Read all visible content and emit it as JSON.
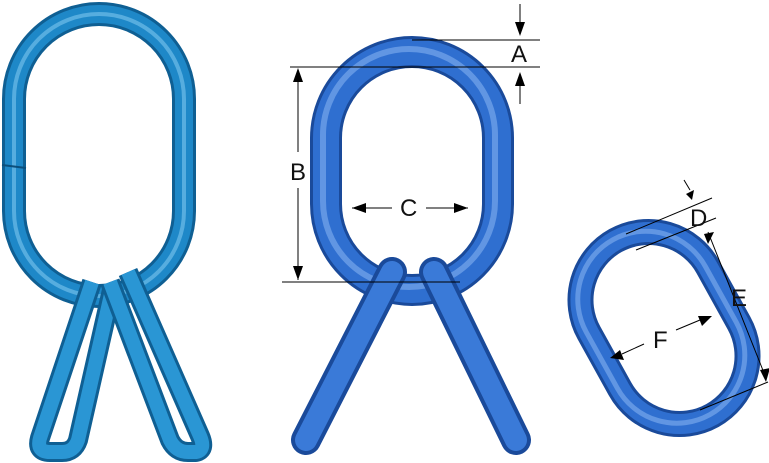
{
  "labels": {
    "A": "A",
    "B": "B",
    "C": "C",
    "D": "D",
    "E": "E",
    "F": "F"
  },
  "colors": {
    "photo_link_main": "#1e88c8",
    "photo_link_light": "#5fb6e6",
    "photo_link_dark": "#0f5f93",
    "render_link_main": "#2f6fd0",
    "render_link_light": "#6fa3ee",
    "render_link_dark": "#1a4a9a",
    "dimension_lines": "#000000",
    "background": "#ffffff"
  },
  "icons": {
    "photo": "master-link-photo-icon",
    "render": "master-link-assembly-icon",
    "small": "oval-link-icon"
  }
}
